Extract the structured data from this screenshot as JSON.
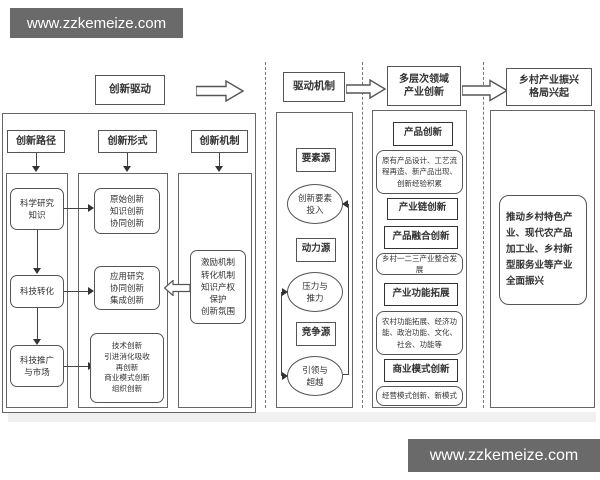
{
  "watermarks": {
    "top": "www.zzkemeize.com",
    "bottom": "www.zzkemeize.com"
  },
  "flow": {
    "stage1": "创新驱动",
    "stage2": "驱动机制",
    "stage3": "多层次领域\n产业创新",
    "stage4": "乡村产业振兴\n格局兴起"
  },
  "innovation_section": {
    "header_path": "创新路径",
    "header_form": "创新形式",
    "header_mechanism": "创新机制",
    "path_nodes": [
      {
        "label": "科学研究\n知识"
      },
      {
        "label": "科技转化"
      },
      {
        "label": "科技推广\n与市场"
      }
    ],
    "form_nodes": [
      {
        "label": "原始创新\n知识创新\n协同创新"
      },
      {
        "label": "应用研究\n协同创新\n集成创新"
      },
      {
        "label": "技术创新\n引进消化吸收\n再创新\n商业模式创新\n组织创新"
      }
    ],
    "mechanism_node": "激励机制\n转化机制\n知识产权\n保护\n创新氛围"
  },
  "driving_section": {
    "source1": "要素源",
    "ellipse1": "创新要素\n投入",
    "source2": "动力源",
    "ellipse2": "压力与\n推力",
    "source3": "竞争源",
    "ellipse3": "引领与\n超越"
  },
  "industry_section": {
    "head1": "产品创新",
    "note1": "原有产品设计、工艺流程再造、新产品出现、创新经验积累",
    "head2": "产业链创新",
    "head3": "产品融合创新",
    "note2": "乡村一二三产业整合发展",
    "head4": "产业功能拓展",
    "note3": "农村功能拓展、经济功能、政治功能、文化、社会、功能等",
    "head5": "商业模式创新",
    "note4": "经营模式创新、新模式"
  },
  "outcome_section": {
    "text": "推动乡村特色产业、现代农产品加工业、乡村新型服务业等产业全面振兴"
  },
  "colors": {
    "line": "#555555",
    "text": "#333333",
    "watermark_bg": "#6a6a6a",
    "watermark_fg": "#ffffff"
  }
}
